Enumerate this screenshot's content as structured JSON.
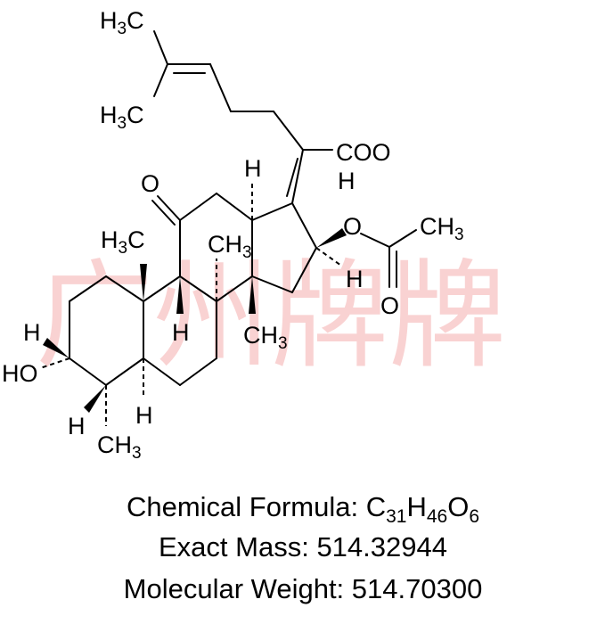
{
  "watermark": "广州牌牌",
  "atoms": {
    "h3c_top": [
      "H",
      "3",
      "C"
    ],
    "h3c_bottom": [
      "H",
      "3",
      "C"
    ],
    "coo": "COO",
    "coo_h": "H",
    "h_c13": "H",
    "o_ketone": "O",
    "o_ester": "O",
    "ch3_acetyl": [
      "CH",
      "3"
    ],
    "o_acetyl": "O",
    "h_c16": "H",
    "h3c_c10": [
      "H",
      "3",
      "C"
    ],
    "ch3_c8": [
      "CH",
      "3"
    ],
    "ch3_c14": [
      "CH",
      "3"
    ],
    "h_c9": "H",
    "h_c3": "H",
    "ho_c3": "HO",
    "h_c4": "H",
    "h_c5": "H",
    "ch3_c4": [
      "CH",
      "3"
    ]
  },
  "info": {
    "formula_label": "Chemical Formula: ",
    "formula": [
      "C",
      "31",
      "H",
      "46",
      "O",
      "6"
    ],
    "exact_mass_label": "Exact Mass: ",
    "exact_mass": "514.32944",
    "mol_weight_label": "Molecular Weight: ",
    "mol_weight": "514.70300"
  }
}
